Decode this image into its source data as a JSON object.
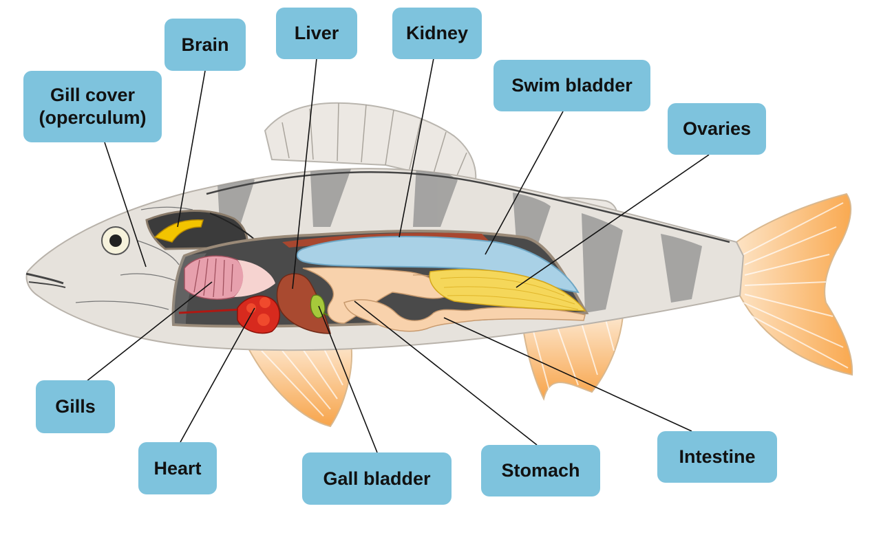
{
  "labels": {
    "brain": "Brain",
    "liver": "Liver",
    "kidney": "Kidney",
    "gill_cover": "Gill cover (operculum)",
    "swim_bladder": "Swim bladder",
    "ovaries": "Ovaries",
    "gills": "Gills",
    "heart": "Heart",
    "gall_bladder": "Gall bladder",
    "stomach": "Stomach",
    "intestine": "Intestine"
  },
  "colors": {
    "label_fill": "#7ec3dd",
    "body": "#e6e2dc",
    "stripes": "#9a9a9a",
    "fins": "#f9b870",
    "cavity": "#555555",
    "swim_bladder": "#a9d1e6",
    "ovaries": "#f5d75a",
    "liver": "#a94a30",
    "heart": "#d72a1e",
    "gall_bladder": "#a6c93b",
    "gills": "#e7a0ad",
    "intestine": "#f8d2ac",
    "brain": "#f3c400"
  }
}
